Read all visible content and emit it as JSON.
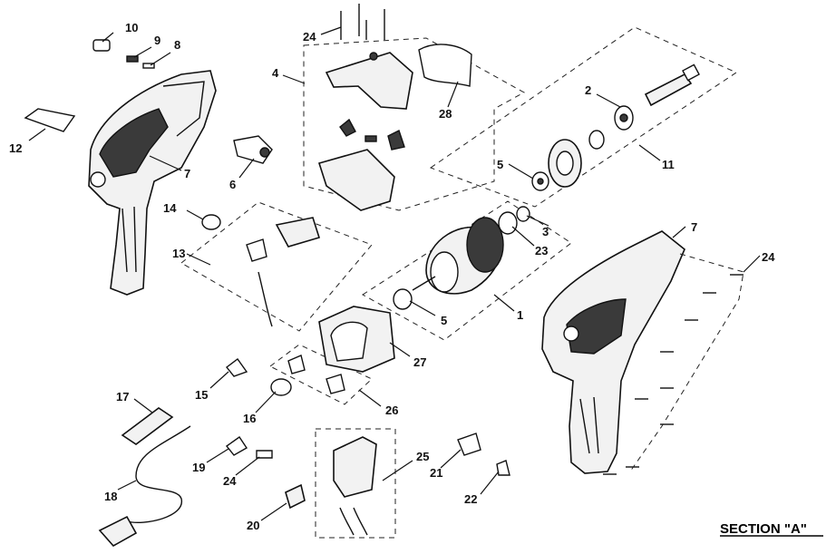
{
  "diagram": {
    "section_title": "SECTION \"A\"",
    "callouts": {
      "c10": "10",
      "c9": "9",
      "c8": "8",
      "c24a": "24",
      "c4": "4",
      "c28": "28",
      "c2": "2",
      "c12": "12",
      "c7a": "7",
      "c6": "6",
      "c11": "11",
      "c5a": "5",
      "c14": "14",
      "c3": "3",
      "c23": "23",
      "c7b": "7",
      "c24b": "24",
      "c13": "13",
      "c1": "1",
      "c5b": "5",
      "c27": "27",
      "c15": "15",
      "c17": "17",
      "c16": "16",
      "c26": "26",
      "c19": "19",
      "c24c": "24",
      "c25": "25",
      "c21": "21",
      "c18": "18",
      "c22": "22",
      "c20": "20"
    }
  }
}
